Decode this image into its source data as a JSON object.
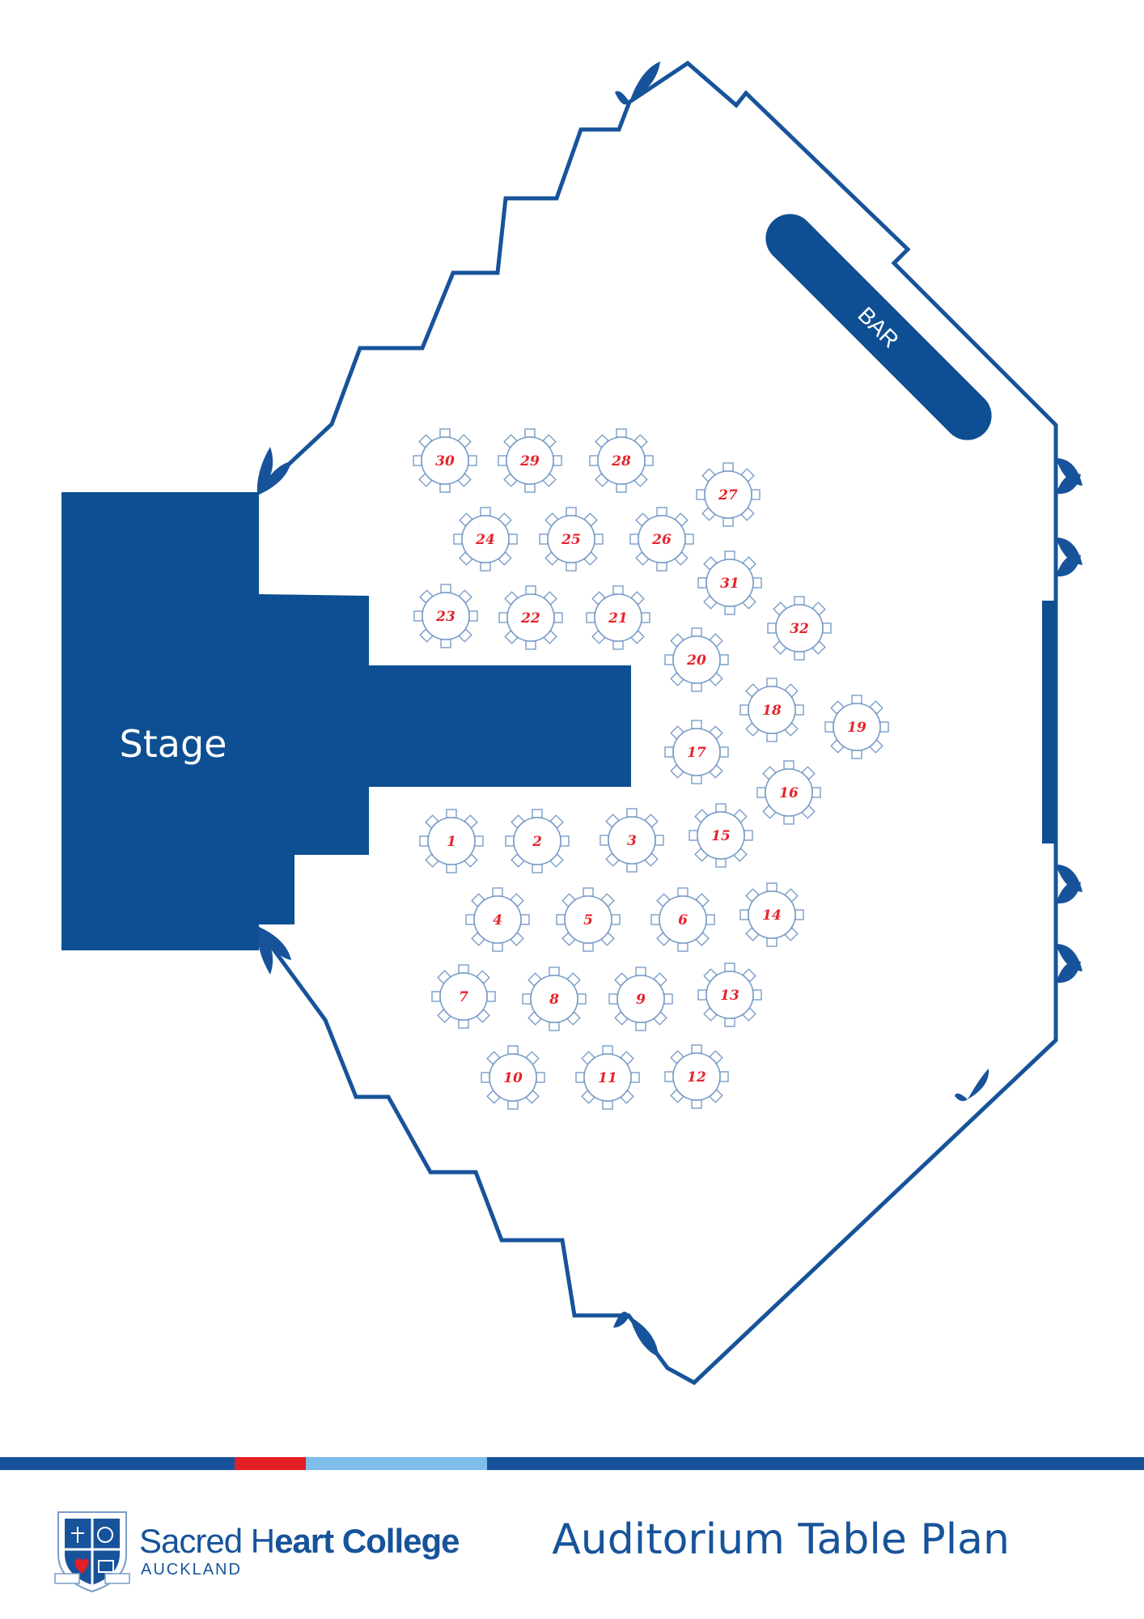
{
  "stage_label": "Stage",
  "bar_label": "BAR",
  "tables": [
    {
      "number": "1"
    },
    {
      "number": "2"
    },
    {
      "number": "3"
    },
    {
      "number": "4"
    },
    {
      "number": "5"
    },
    {
      "number": "6"
    },
    {
      "number": "7"
    },
    {
      "number": "8"
    },
    {
      "number": "9"
    },
    {
      "number": "10"
    },
    {
      "number": "11"
    },
    {
      "number": "12"
    },
    {
      "number": "13"
    },
    {
      "number": "14"
    },
    {
      "number": "15"
    },
    {
      "number": "16"
    },
    {
      "number": "17"
    },
    {
      "number": "18"
    },
    {
      "number": "19"
    },
    {
      "number": "20"
    },
    {
      "number": "21"
    },
    {
      "number": "22"
    },
    {
      "number": "23"
    },
    {
      "number": "24"
    },
    {
      "number": "25"
    },
    {
      "number": "26"
    },
    {
      "number": "27"
    },
    {
      "number": "28"
    },
    {
      "number": "29"
    },
    {
      "number": "30"
    },
    {
      "number": "31"
    },
    {
      "number": "32"
    }
  ],
  "footer": {
    "school_name_light": "Sacred H",
    "school_name_bold": "eart College",
    "school_city": "AUCKLAND",
    "plan_title": "Auditorium Table Plan"
  },
  "colors": {
    "navy": "#0d4f92",
    "outline": "#17539a",
    "table_outline": "#7a9cc8",
    "label_red": "#e5232b",
    "band_red": "#e31e24",
    "band_light_blue": "#7cbde9"
  }
}
